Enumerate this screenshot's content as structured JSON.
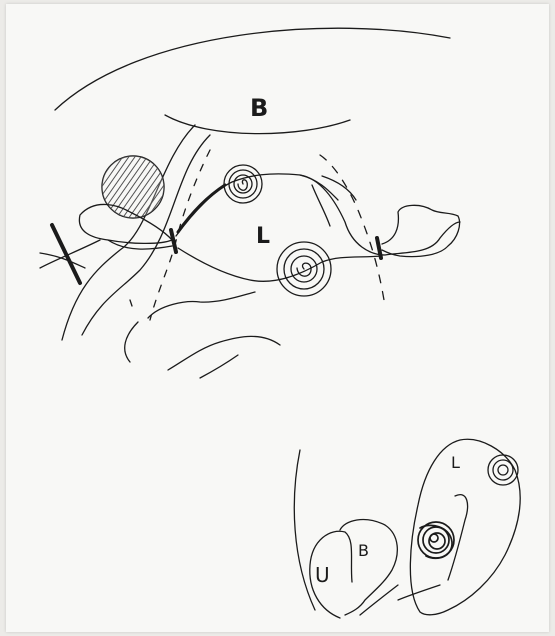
{
  "labels": {
    "top_b": "B",
    "top_l": "L",
    "bottom_l": "L",
    "bottom_u": "U",
    "bottom_b": "B"
  },
  "colors": {
    "paper": "#f8f8f6",
    "ink": "#1b1b1b",
    "background": "#ecebe8"
  }
}
